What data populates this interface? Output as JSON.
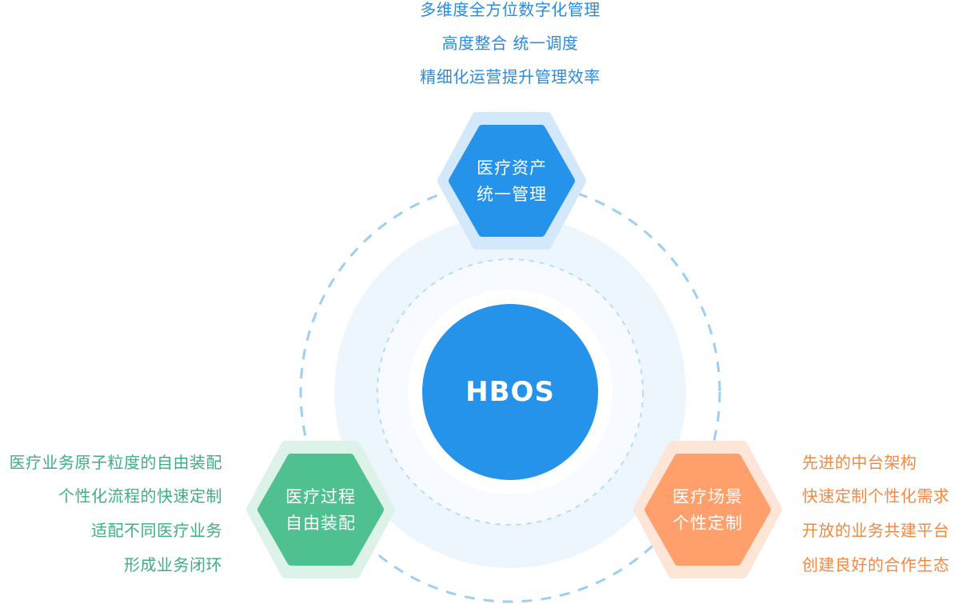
{
  "center": {
    "label": "HBOS"
  },
  "nodes": {
    "top": {
      "line1": "医疗资产",
      "line2": "统一管理"
    },
    "left": {
      "line1": "医疗过程",
      "line2": "自由装配"
    },
    "right": {
      "line1": "医疗场景",
      "line2": "个性定制"
    }
  },
  "top_texts": [
    "多维度全方位数字化管理",
    "高度整合  统一调度",
    "精细化运营提升管理效率"
  ],
  "left_texts": [
    "医疗业务原子粒度的自由装配",
    "个性化流程的快速定制",
    "适配不同医疗业务",
    "形成业务闭环"
  ],
  "right_texts": [
    "先进的中台架构",
    "快速定制个性化需求",
    "开放的业务共建平台",
    "创建良好的合作生态"
  ],
  "colors": {
    "blue": "#2593ea",
    "blue_halo": "#d3e8fa",
    "green": "#4fc08f",
    "green_halo": "#ddf3e9",
    "orange": "#ff9f6b",
    "orange_halo": "#fde5d8",
    "dashed_ring": "#9dcff2",
    "inner_ring": "#eef6fd"
  }
}
